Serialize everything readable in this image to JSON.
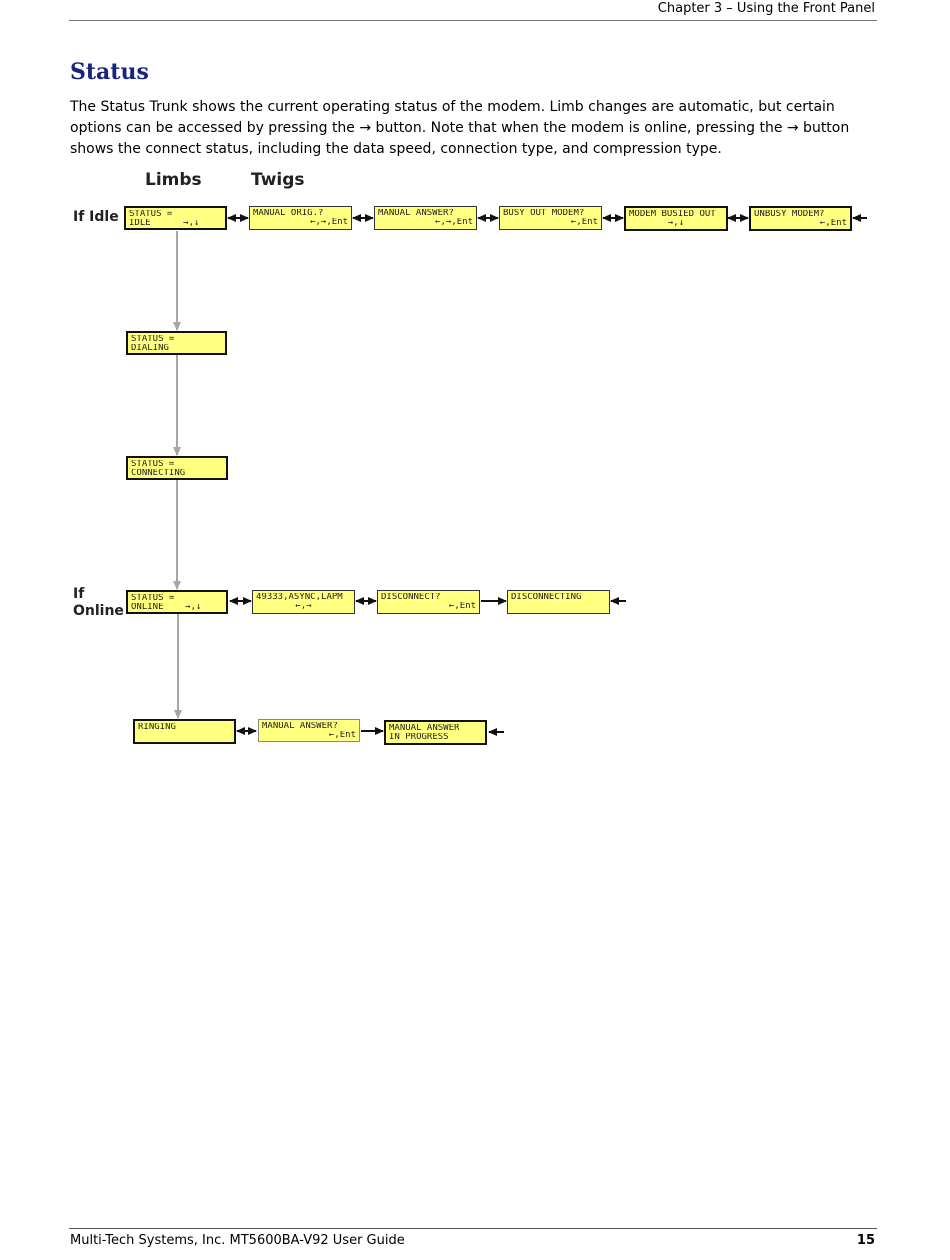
{
  "header": {
    "chapter": "Chapter 3 – Using the Front Panel"
  },
  "title": "Status",
  "intro": "The Status Trunk shows the current operating status of the modem. Limb changes are automatic, but certain options can be accessed by pressing the → button. Note that when the modem is online, pressing the → button shows the connect status, including the data speed, connection type, and compression type.",
  "diagram": {
    "col_limbs": "Limbs",
    "col_twigs": "Twigs",
    "row_idle": "If Idle",
    "row_online_1": "If",
    "row_online_2": "Online",
    "boxes": {
      "status_idle": {
        "l1": "STATUS =",
        "l2": "IDLE      →,↓"
      },
      "manual_orig": {
        "l1": "MANUAL ORIG.?",
        "l2": "←,→,Ent"
      },
      "manual_answer_idle": {
        "l1": "MANUAL ANSWER?",
        "l2": "←,→,Ent"
      },
      "busy_out": {
        "l1": "BUSY OUT MODEM?",
        "l2": "←,Ent"
      },
      "modem_busied": {
        "l1": "MODEM BUSIED OUT",
        "l2": "→,↓"
      },
      "unbusy": {
        "l1": "UNBUSY MODEM?",
        "l2": "←,Ent"
      },
      "status_dialing": {
        "l1": "STATUS =",
        "l2": "DIALING"
      },
      "status_connecting": {
        "l1": "STATUS =",
        "l2": "CONNECTING"
      },
      "status_online": {
        "l1": "STATUS =",
        "l2": "ONLINE    →,↓"
      },
      "connect_info": {
        "l1": "49333,ASYNC,LAPM",
        "l2": "←,→"
      },
      "disconnect_q": {
        "l1": "DISCONNECT?",
        "l2": "←,Ent"
      },
      "disconnecting": {
        "l1": "DISCONNECTING",
        "l2": ""
      },
      "ringing": {
        "l1": "RINGING",
        "l2": ""
      },
      "manual_answer_ring": {
        "l1": "MANUAL ANSWER?",
        "l2": "←,Ent"
      },
      "manual_answer_progress": {
        "l1": "MANUAL ANSWER",
        "l2": "IN PROGRESS"
      }
    }
  },
  "footer": {
    "left": "Multi-Tech Systems, Inc. MT5600BA-V92 User Guide",
    "page": "15"
  },
  "colors": {
    "title": "#1a237e",
    "lcd_fill": "#ffff80",
    "connector": "#a6a6a6"
  }
}
